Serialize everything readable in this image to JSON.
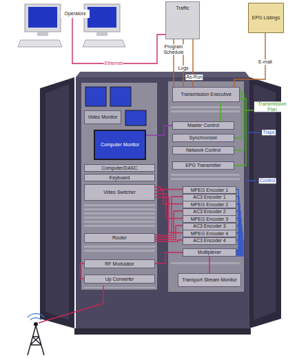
{
  "diagram": {
    "nodes": [
      {
        "text": [
          "Operators"
        ]
      },
      {
        "text": [
          "Traffic"
        ]
      },
      {
        "text": [
          "EPG Listings"
        ]
      },
      {
        "text": [
          "Video Monitor"
        ]
      },
      {
        "text": [
          "Computer Monitor"
        ]
      },
      {
        "text": [
          "Computer/DASC"
        ]
      },
      {
        "text": [
          "Keyboard"
        ]
      },
      {
        "text": [
          "Video Switcher"
        ]
      },
      {
        "text": [
          "Router"
        ]
      },
      {
        "text": [
          "RF Modulator"
        ]
      },
      {
        "text": [
          "Up Converter"
        ]
      },
      {
        "text": [
          "Transmission Executive"
        ]
      },
      {
        "text": [
          "Master Control"
        ]
      },
      {
        "text": [
          "Synchronizer"
        ]
      },
      {
        "text": [
          "Network Control"
        ]
      },
      {
        "text": [
          "EPG Transmitter"
        ]
      },
      {
        "text": [
          "MPEG Encoder 1"
        ]
      },
      {
        "text": [
          "AC3 Encoder 1"
        ]
      },
      {
        "text": [
          "MPEG Encoder 2"
        ]
      },
      {
        "text": [
          "AC3 Encoder 2"
        ]
      },
      {
        "text": [
          "MPEG Encoder 3"
        ]
      },
      {
        "text": [
          "AC3 Encoder 3"
        ]
      },
      {
        "text": [
          "MPEG Encoder 4"
        ]
      },
      {
        "text": [
          "AC3 Encoder 4"
        ]
      },
      {
        "text": [
          "Multiplexer"
        ]
      },
      {
        "text": [
          "Transport Stream Monitor"
        ]
      }
    ],
    "edges": [
      {
        "from": 0,
        "to": 1,
        "arrow": "none",
        "label": "Ethernet"
      },
      {
        "from": 1,
        "to": 11,
        "arrow": "none",
        "label": "Program Schedule"
      },
      {
        "from": 11,
        "to": 1,
        "arrow": "none",
        "label": "Logs"
      },
      {
        "from": 11,
        "to": 1,
        "arrow": "none",
        "label": "As-Run"
      },
      {
        "from": 2,
        "to": 11,
        "arrow": "none",
        "label": "E-mail"
      },
      {
        "from": 11,
        "to": 12,
        "arrow": "none"
      },
      {
        "from": 11,
        "to": 13,
        "arrow": "none"
      },
      {
        "from": 11,
        "to": 14,
        "arrow": "none"
      },
      {
        "from": 11,
        "to": 15,
        "arrow": "none"
      },
      {
        "from": 7,
        "to": 16,
        "arrow": "none"
      },
      {
        "from": 7,
        "to": 18,
        "arrow": "none"
      },
      {
        "from": 7,
        "to": 20,
        "arrow": "none"
      },
      {
        "from": 7,
        "to": 22,
        "arrow": "none"
      },
      {
        "from": 8,
        "to": 17,
        "arrow": "none"
      },
      {
        "from": 8,
        "to": 19,
        "arrow": "none"
      },
      {
        "from": 8,
        "to": 21,
        "arrow": "none"
      },
      {
        "from": 8,
        "to": 23,
        "arrow": "none"
      },
      {
        "from": 16,
        "to": 24,
        "arrow": "none"
      },
      {
        "from": 17,
        "to": 24,
        "arrow": "none"
      },
      {
        "from": 18,
        "to": 24,
        "arrow": "none"
      },
      {
        "from": 19,
        "to": 24,
        "arrow": "none"
      },
      {
        "from": 20,
        "to": 24,
        "arrow": "none"
      },
      {
        "from": 21,
        "to": 24,
        "arrow": "none"
      },
      {
        "from": 22,
        "to": 24,
        "arrow": "none"
      },
      {
        "from": 23,
        "to": 24,
        "arrow": "none"
      },
      {
        "from": 24,
        "to": 9,
        "arrow": "none"
      },
      {
        "from": 9,
        "to": 10,
        "arrow": "none"
      },
      {
        "from": 24,
        "to": 25,
        "arrow": "none"
      },
      {
        "from": 4,
        "to": 12,
        "arrow": "none"
      }
    ],
    "labels": [
      "Transmission Plan",
      "Traps",
      "Control"
    ]
  }
}
